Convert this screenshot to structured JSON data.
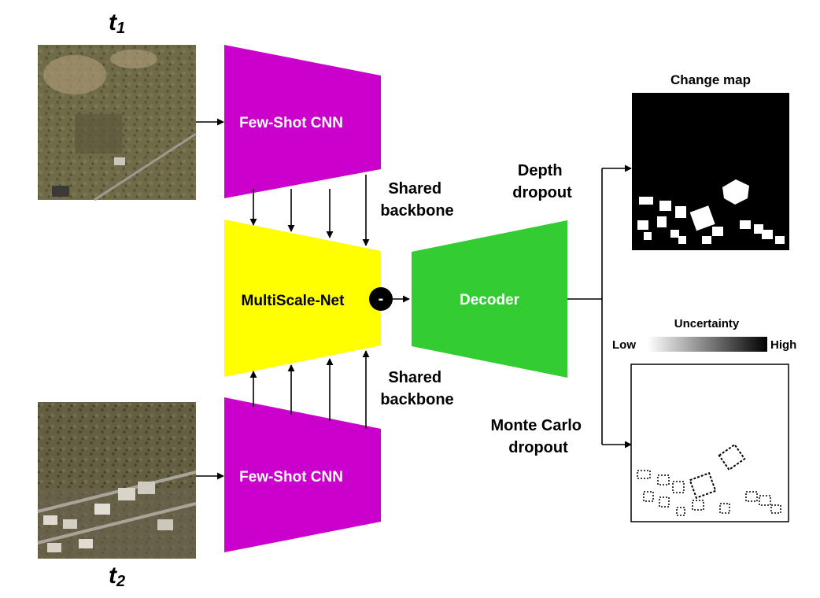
{
  "inputs": {
    "t1": {
      "base": "t",
      "sub": "1"
    },
    "t2": {
      "base": "t",
      "sub": "2"
    }
  },
  "blocks": {
    "encoder_top": "Few-Shot CNN",
    "encoder_bottom": "Few-Shot CNN",
    "multiscale": "MultiScale-Net",
    "subtract_symbol": "-",
    "decoder": "Decoder"
  },
  "labels": {
    "shared_backbone_top": [
      "Shared",
      "backbone"
    ],
    "shared_backbone_bottom": [
      "Shared",
      "backbone"
    ],
    "depth_dropout": [
      "Depth",
      "dropout"
    ],
    "monte_carlo_dropout": [
      "Monte Carlo",
      "dropout"
    ]
  },
  "outputs": {
    "change_map_title": "Change map",
    "uncertainty_title": "Uncertainty",
    "uncertainty_low": "Low",
    "uncertainty_high": "High"
  },
  "colors": {
    "encoder": "#CC00CC",
    "multiscale": "#FFFF00",
    "decoder": "#33CC33",
    "arrow": "#000000"
  }
}
